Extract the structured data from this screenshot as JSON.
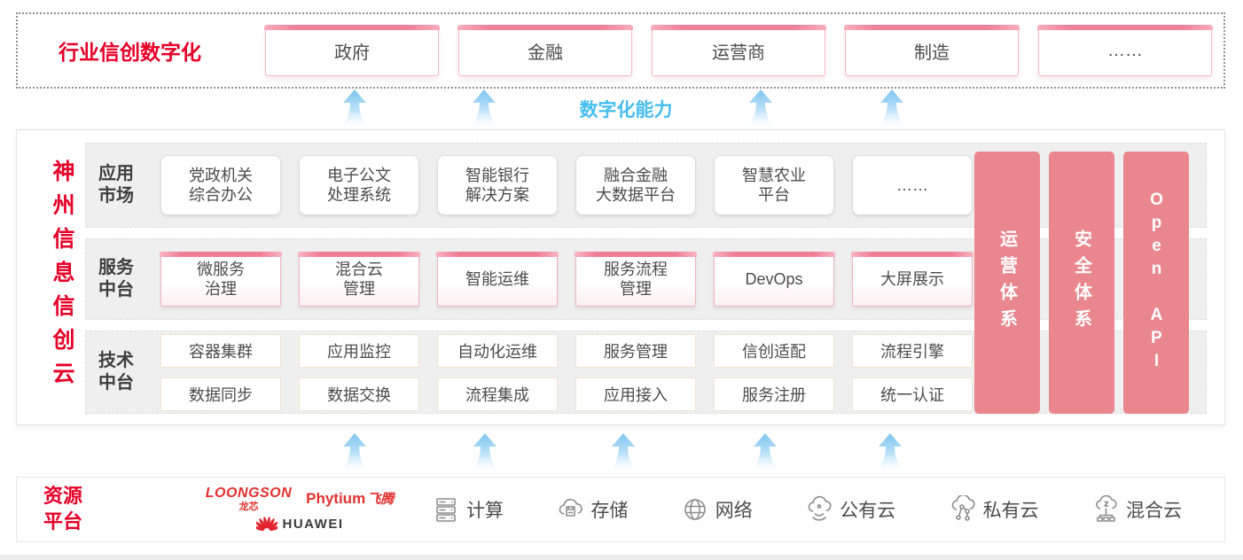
{
  "top_banner": {
    "label": "行业信创数字化",
    "industries": [
      "政府",
      "金融",
      "运营商",
      "制造",
      "……"
    ]
  },
  "capability_label": "数字化能力",
  "cloud_platform": {
    "title": "神州信息信创云",
    "rows": [
      {
        "label": "应用\n市场",
        "items": [
          "党政机关\n综合办公",
          "电子公文\n处理系统",
          "智能银行\n解决方案",
          "融合金融\n大数据平台",
          "智慧农业\n平台",
          "……"
        ]
      },
      {
        "label": "服务\n中台",
        "items": [
          "微服务\n治理",
          "混合云\n管理",
          "智能运维",
          "服务流程\n管理",
          "DevOps",
          "大屏展示"
        ]
      },
      {
        "label": "技术\n中台",
        "items_top": [
          "容器集群",
          "应用监控",
          "自动化运维",
          "服务管理",
          "信创适配",
          "流程引擎"
        ],
        "items_bottom": [
          "数据同步",
          "数据交换",
          "流程集成",
          "应用接入",
          "服务注册",
          "统一认证"
        ]
      }
    ],
    "side_bars": [
      "运营体系",
      "安全体系",
      "Open API"
    ]
  },
  "resource_platform": {
    "label": "资源\n平台",
    "vendors": {
      "loongson_en": "LOONGSON",
      "loongson_cn": "龙芯",
      "phytium_en": "Phytium",
      "phytium_cn": "飞腾",
      "huawei": "HUAWEI"
    },
    "resources": [
      {
        "icon": "compute-icon",
        "label": "计算"
      },
      {
        "icon": "storage-icon",
        "label": "存储"
      },
      {
        "icon": "network-icon",
        "label": "网络"
      },
      {
        "icon": "public-cloud-icon",
        "label": "公有云"
      },
      {
        "icon": "private-cloud-icon",
        "label": "私有云"
      },
      {
        "icon": "hybrid-cloud-icon",
        "label": "混合云"
      }
    ]
  },
  "colors": {
    "brand_red": "#e60027",
    "bar_pink": "#e9868e",
    "accent_blue": "#45bdf0"
  }
}
